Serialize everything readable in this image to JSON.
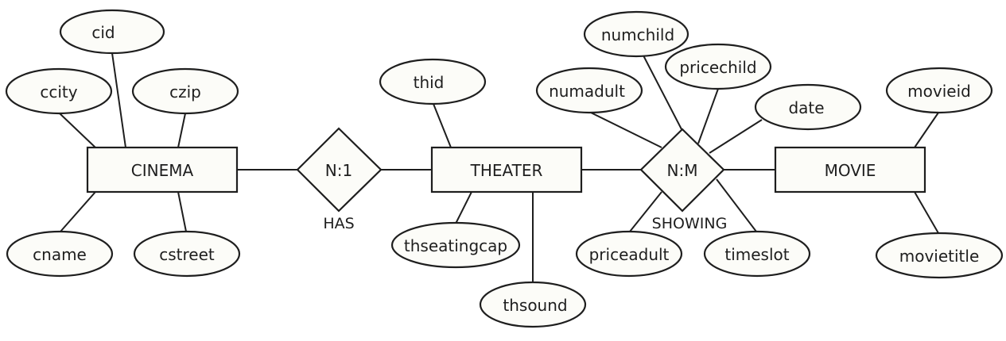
{
  "diagram": {
    "type": "entity-relationship",
    "entities": [
      {
        "id": "cinema",
        "label": "CINEMA",
        "attributes": [
          "cid",
          "ccity",
          "czip",
          "cname",
          "cstreet"
        ]
      },
      {
        "id": "theater",
        "label": "THEATER",
        "attributes": [
          "thid",
          "thseatingcap",
          "thsound"
        ]
      },
      {
        "id": "movie",
        "label": "MOVIE",
        "attributes": [
          "movieid",
          "movietitle"
        ]
      }
    ],
    "relationships": [
      {
        "id": "has",
        "name": "HAS",
        "cardinality": "N:1",
        "connects": [
          "cinema",
          "theater"
        ],
        "attributes": []
      },
      {
        "id": "showing",
        "name": "SHOWING",
        "cardinality": "N:M",
        "connects": [
          "theater",
          "movie"
        ],
        "attributes": [
          "numchild",
          "pricechild",
          "numadult",
          "date",
          "priceadult",
          "timeslot"
        ]
      }
    ],
    "colors": {
      "stroke": "#1e1e1e",
      "fill": "#fcfcf8",
      "background": "#ffffff"
    }
  }
}
